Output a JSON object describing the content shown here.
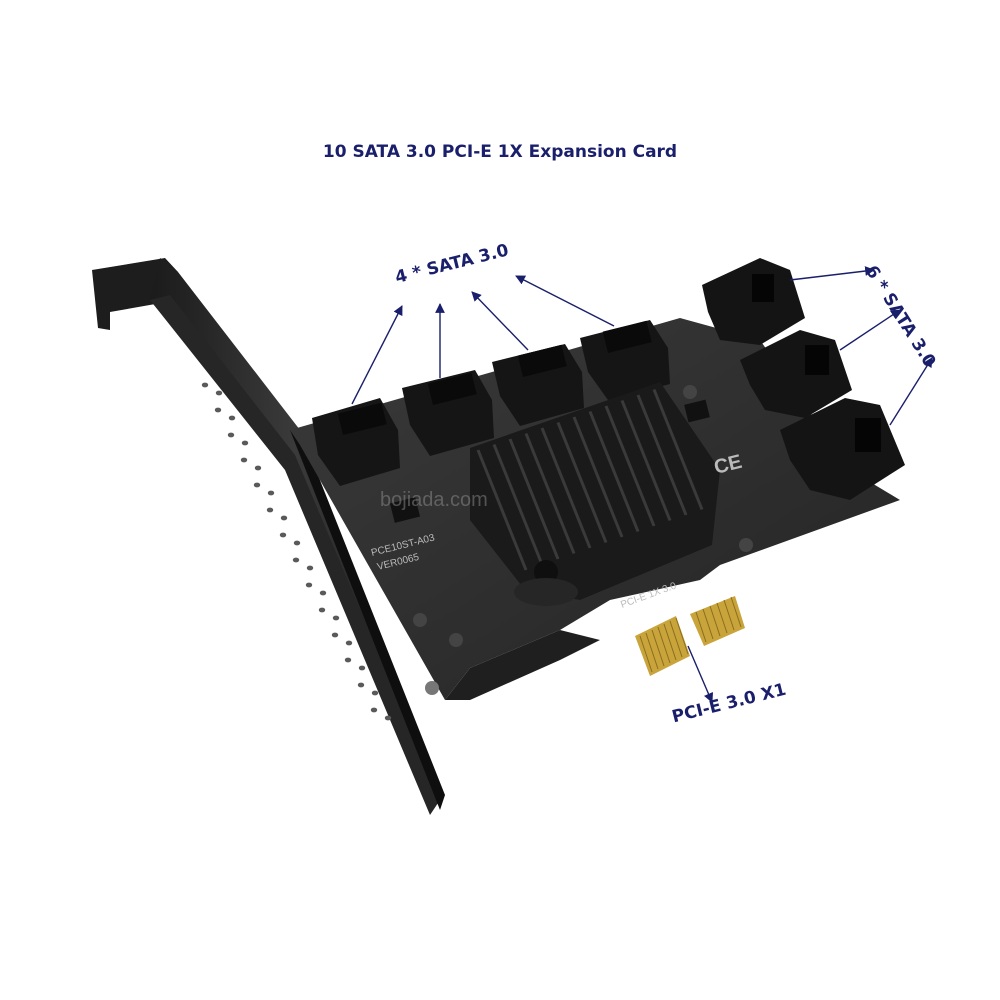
{
  "page": {
    "title": "10 SATA 3.0 PCI-E 1X Expansion Card",
    "label_color": "#1a1f6b",
    "board_color": "#2b2b2b",
    "heatsink_color": "#1e1e1e",
    "gold_color": "#c9a43b"
  },
  "callouts": {
    "sata_top": "4 * SATA 3.0",
    "sata_right": "6 * SATA 3.0",
    "pcie": "PCI-E 3.0 X1"
  },
  "board_print": {
    "model": "PCE10ST-A03",
    "version": "VER0065",
    "pcie_slot": "PCI-E 1X 3.0",
    "ce_mark": "CE",
    "watermark": "bojiada.com"
  }
}
